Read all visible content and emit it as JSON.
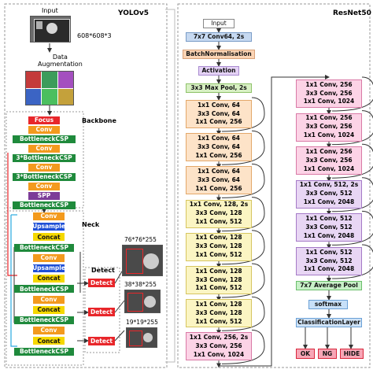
{
  "yolo": {
    "title": "YOLOv5",
    "input_label": "Input",
    "input_size": "608*608*3",
    "data_aug_label": "Data\nAugmentation",
    "backbone_label": "Backbone",
    "backbone": [
      "Focus",
      "Conv",
      "BottleneckCSP",
      "Conv",
      "3*BottleneckCSP",
      "Conv",
      "3*BottleneckCSP",
      "Conv",
      "SPP",
      "BottleneckCSP"
    ],
    "neck_label": "Neck",
    "neck": [
      "Conv",
      "Upsample",
      "Concat",
      "BottleneckCSP",
      "Conv",
      "Upsample",
      "Concat",
      "BottleneckCSP",
      "Conv",
      "Concat",
      "BottleneckCSP",
      "Conv",
      "Concat",
      "BottleneckCSP"
    ],
    "detect_label": "Detect",
    "detect_button": "Detect",
    "scales": [
      "76*76*255",
      "38*38*255",
      "19*19*255"
    ]
  },
  "resnet": {
    "title": "ResNet50",
    "input": "Input",
    "conv1": "7x7 Conv64, 2s",
    "bn": "BatchNormalisation",
    "activation": "Activation",
    "maxpool": "3x3 Max Pool, 2s",
    "left_blocks": [
      [
        "1x1 Conv, 64",
        "3x3 Conv, 64",
        "1x1 Conv, 256"
      ],
      [
        "1x1 Conv, 64",
        "3x3 Conv, 64",
        "1x1 Conv, 256"
      ],
      [
        "1x1 Conv, 64",
        "3x3 Conv, 64",
        "1x1 Conv, 256"
      ],
      [
        "1x1 Conv, 128, 2s",
        "3x3 Conv, 128",
        "1x1 Conv, 512"
      ],
      [
        "1x1 Conv, 128",
        "3x3 Conv, 128",
        "1x1 Conv, 512"
      ],
      [
        "1x1 Conv, 128",
        "3x3 Conv, 128",
        "1x1 Conv, 512"
      ],
      [
        "1x1 Conv, 128",
        "3x3 Conv, 128",
        "1x1 Conv, 512"
      ],
      [
        "1x1 Conv, 256, 2s",
        "3x3 Conv, 256",
        "1x1 Conv, 1024"
      ]
    ],
    "right_blocks": [
      [
        "1x1 Conv, 256",
        "3x3 Conv, 256",
        "1x1 Conv, 1024"
      ],
      [
        "1x1 Conv, 256",
        "3x3 Conv, 256",
        "1x1 Conv, 1024"
      ],
      [
        "1x1 Conv, 256",
        "3x3 Conv, 256",
        "1x1 Conv, 1024"
      ],
      [
        "1x1 Conv, 512, 2s",
        "3x3 Conv, 512",
        "1x1 Conv, 2048"
      ],
      [
        "1x1 Conv, 512",
        "3x3 Conv, 512",
        "1x1 Conv, 2048"
      ],
      [
        "1x1 Conv, 512",
        "3x3 Conv, 512",
        "1x1 Conv, 2048"
      ]
    ],
    "avgpool": "7x7 Average Pool",
    "softmax": "softmax",
    "classification": "ClassificationLayer",
    "outputs": [
      "OK",
      "NG",
      "HIDE"
    ]
  },
  "colors": {
    "focus": "#e8262a",
    "conv": "#f39a1e",
    "csp": "#1f8a3c",
    "spp": "#7d3c98",
    "upsample": "#1e4fd6",
    "concat": "#f5d800",
    "detect": "#e8262a",
    "rn_input": "#ffffff",
    "rn_conv1": "#c6d9f1",
    "rn_bn": "#fbd4b4",
    "rn_act": "#e4d2f5",
    "rn_maxpool": "#d8f0c4",
    "rn_stage2": "#fde3c8",
    "rn_stage3": "#fbf5c3",
    "rn_stage4": "#fcd3e6",
    "rn_stage5": "#e8d6f4",
    "rn_avg": "#c8f0c8",
    "rn_softmax": "#c8e0f8",
    "rn_class": "#cfe3f7",
    "rn_out": "#f7a6b6",
    "rn_out_border": "#d9273c",
    "arrow": "#333333",
    "skip": "#2aa9e0"
  }
}
